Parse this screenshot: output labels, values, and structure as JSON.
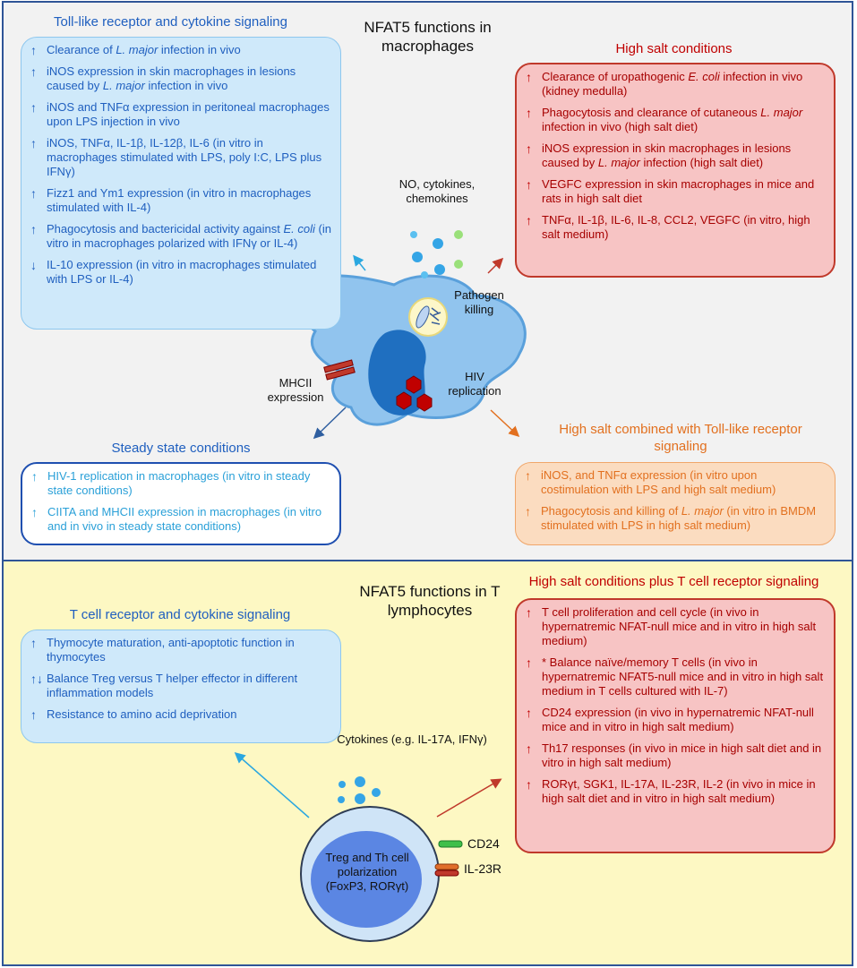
{
  "macrophage": {
    "title": "NFAT5 functions in macrophages",
    "tlr": {
      "heading": "Toll-like receptor and cytokine signaling",
      "items": [
        {
          "arrow": "↑",
          "text": "Clearance of ",
          "em": "L. major",
          "suffix": " infection in vivo"
        },
        {
          "arrow": "↑",
          "text": "iNOS expression in skin macrophages in lesions caused by ",
          "em": "L. major",
          "suffix": " infection in vivo"
        },
        {
          "arrow": "↑",
          "text": "iNOS and TNFα expression in peritoneal macrophages upon LPS injection in vivo",
          "em": "",
          "suffix": ""
        },
        {
          "arrow": "↑",
          "text": "iNOS, TNFα, IL-1β, IL-12β, IL-6 (in vitro in macrophages stimulated with LPS, poly I:C, LPS plus IFNγ)",
          "em": "",
          "suffix": ""
        },
        {
          "arrow": "↑",
          "text": "Fizz1 and Ym1 expression (in vitro in macrophages stimulated with IL-4)",
          "em": "",
          "suffix": ""
        },
        {
          "arrow": "↑",
          "text": "Phagocytosis and bactericidal activity against ",
          "em": "E. coli",
          "suffix": " (in vitro in macrophages polarized with IFNγ or IL-4)"
        },
        {
          "arrow": "↓",
          "text": "IL-10 expression (in vitro in macrophages stimulated with LPS or IL-4)",
          "em": "",
          "suffix": ""
        }
      ]
    },
    "high_salt": {
      "heading": "High salt conditions",
      "items": [
        {
          "arrow": "↑",
          "text": "Clearance of uropathogenic ",
          "em": "E. coli",
          "suffix": " infection in vivo (kidney medulla)"
        },
        {
          "arrow": "↑",
          "text": "Phagocytosis and clearance of cutaneous ",
          "em": "L. major",
          "suffix": " infection in vivo (high salt diet)"
        },
        {
          "arrow": "↑",
          "text": "iNOS expression in skin macrophages in lesions caused by ",
          "em": "L. major",
          "suffix": " infection (high salt diet)"
        },
        {
          "arrow": "↑",
          "text": "VEGFC expression in skin macrophages in mice and rats in high salt diet",
          "em": "",
          "suffix": ""
        },
        {
          "arrow": "↑",
          "text": "TNFα, IL-1β, IL-6, IL-8, CCL2, VEGFC (in vitro, high salt medium)",
          "em": "",
          "suffix": ""
        }
      ]
    },
    "steady": {
      "heading": "Steady state conditions",
      "items": [
        {
          "arrow": "↑",
          "text": "HIV-1 replication in macrophages (in vitro in steady state conditions)",
          "em": "",
          "suffix": ""
        },
        {
          "arrow": "↑",
          "text": "CIITA and MHCII expression in macrophages (in vitro and in vivo in steady state conditions)",
          "em": "",
          "suffix": ""
        }
      ]
    },
    "salt_tlr": {
      "heading": "High salt combined with Toll-like receptor signaling",
      "items": [
        {
          "arrow": "↑",
          "text": "iNOS, and TNFα expression (in vitro upon costimulation with LPS and high salt medium)",
          "em": "",
          "suffix": ""
        },
        {
          "arrow": "↑",
          "text": "Phagocytosis and killing of ",
          "em": "L. major",
          "suffix": " (in vitro in BMDM stimulated with LPS in high salt medium)"
        }
      ]
    },
    "labels": {
      "secreted": "NO, cytokines, chemokines",
      "pathogen": "Pathogen killing",
      "hiv": "HIV replication",
      "mhc": "MHCII expression"
    }
  },
  "tcell": {
    "title": "NFAT5 functions in T lymphocytes",
    "tcr": {
      "heading": "T cell receptor and cytokine signaling",
      "items": [
        {
          "arrow": "↑",
          "text": "Thymocyte maturation, anti-apoptotic function in thymocytes",
          "em": "",
          "suffix": ""
        },
        {
          "arrow": "↑↓",
          "text": "Balance Treg versus T helper effector in different inflammation models",
          "em": "",
          "suffix": ""
        },
        {
          "arrow": "↑",
          "text": "Resistance to amino acid deprivation",
          "em": "",
          "suffix": ""
        }
      ]
    },
    "salt_tcr": {
      "heading": "High salt conditions plus T cell receptor signaling",
      "items": [
        {
          "arrow": "↑",
          "text": "T cell proliferation and cell cycle (in vivo in hypernatremic NFAT-null mice and in vitro in high salt medium)",
          "em": "",
          "suffix": ""
        },
        {
          "arrow": "↑",
          "text": "* Balance naïve/memory T cells (in vivo in hypernatremic NFAT5-null mice and in vitro in high salt medium in T cells cultured with IL-7)",
          "em": "",
          "suffix": ""
        },
        {
          "arrow": "↑",
          "text": "CD24 expression (in vivo in hypernatremic NFAT-null mice and in vitro in high salt medium)",
          "em": "",
          "suffix": ""
        },
        {
          "arrow": "↑",
          "text": "Th17 responses (in vivo in mice in high salt diet and in vitro in high salt medium)",
          "em": "",
          "suffix": ""
        },
        {
          "arrow": "↑",
          "text": "RORγt, SGK1, IL-17A, IL-23R, IL-2 (in vivo in mice in high salt diet and in vitro in high salt medium)",
          "em": "",
          "suffix": ""
        }
      ]
    },
    "labels": {
      "cytokines": "Cytokines (e.g. IL-17A, IFNγ)",
      "nucleus": "Treg and Th cell polarization (FoxP3, RORγt)",
      "cd24": "CD24",
      "il23r": "IL-23R"
    }
  },
  "colors": {
    "blue_text": "#1f5fbf",
    "red_text": "#c00000",
    "orange_text": "#e2701f",
    "light_blue_fill": "#cfe9fa",
    "red_fill": "#f7c4c4",
    "orange_fill": "#fbdcc0"
  }
}
